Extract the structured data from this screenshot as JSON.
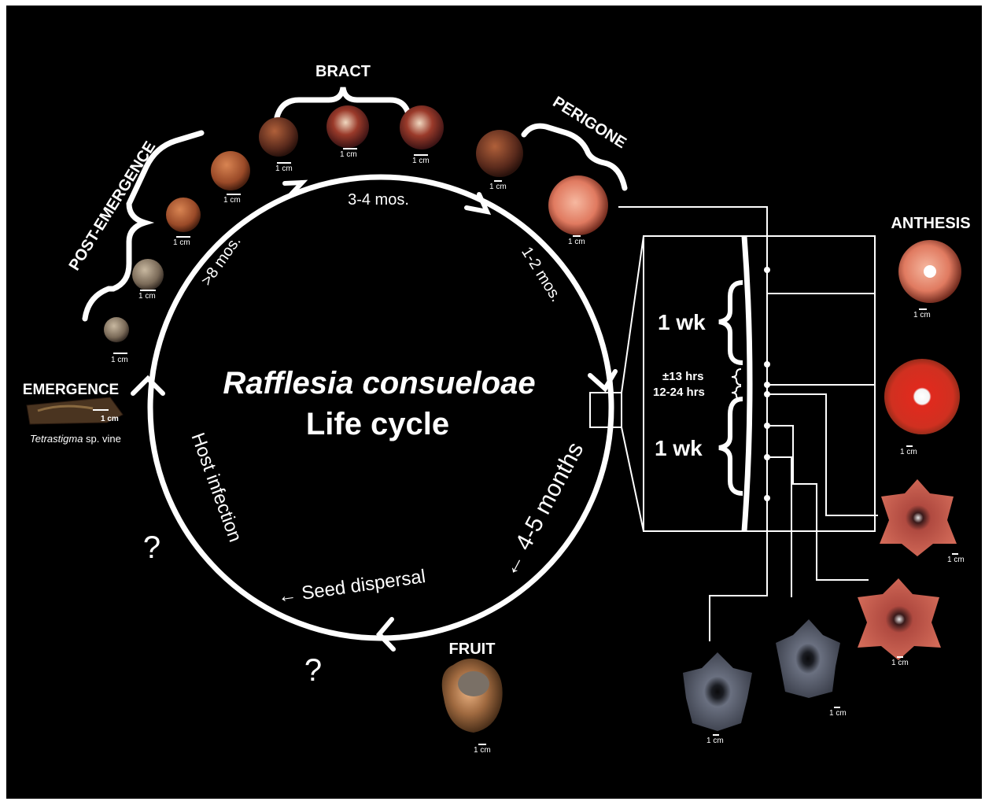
{
  "title": {
    "line1": "Rafflesia consueloae",
    "line2": "Life cycle"
  },
  "stages": {
    "emergence": "EMERGENCE",
    "post_emergence": "POST-EMERGENCE",
    "bract": "BRACT",
    "perigone": "PERIGONE",
    "anthesis": "ANTHESIS",
    "fruit": "FRUIT"
  },
  "durations": {
    "over_8": ">8 mos.",
    "three_four": "3-4 mos.",
    "one_two": "1-2 mos.",
    "four_five": "← 4-5 months",
    "seed_dispersal": "← Seed dispersal",
    "host_infection": "Host infection"
  },
  "unknown_mark": "?",
  "host": {
    "genus": "Tetrastigma",
    "suffix": " sp. vine"
  },
  "scale_label": "1 cm",
  "anthesis_timeline": {
    "week_top": "1 wk",
    "hrs_a": "±13 hrs",
    "hrs_b": "12-24 hrs",
    "week_bottom": "1 wk"
  },
  "colors": {
    "background": "#000000",
    "foreground": "#ffffff",
    "bud": "#7a3a24",
    "bud_light": "#c8703e",
    "flower_red": "#c2261c",
    "flower_pink": "#d06050",
    "decay_grey": "#5a5e6a"
  }
}
